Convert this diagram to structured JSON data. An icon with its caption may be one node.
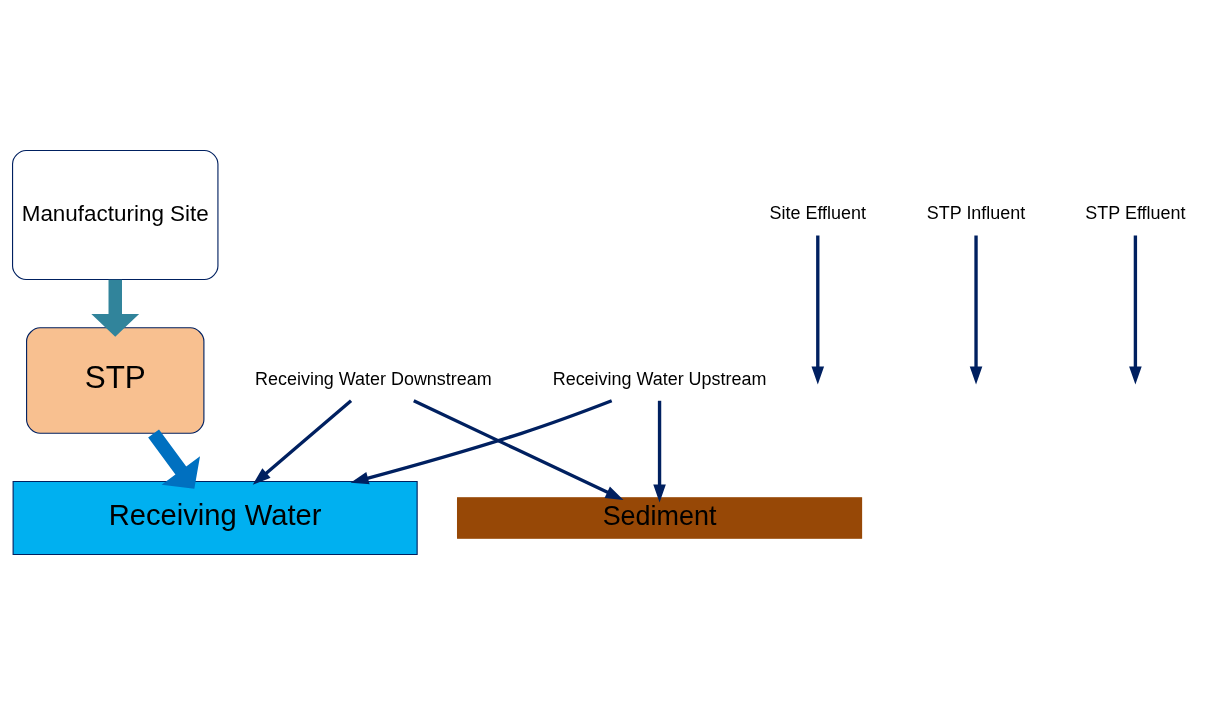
{
  "diagram": {
    "nodes": [
      {
        "text": [
          "Manufacturing Site"
        ]
      },
      {
        "text": [
          "Site Effluent"
        ]
      },
      {
        "text": [
          "STP Influent"
        ]
      },
      {
        "text": [
          "STP"
        ]
      },
      {
        "text": [
          "STP Effluent"
        ]
      },
      {
        "text": [
          "Receiving Water Upstream"
        ]
      },
      {
        "text": [
          "Receiving Water Downstream"
        ]
      },
      {
        "text": [
          "Receiving Water"
        ]
      },
      {
        "text": [
          "Sediment"
        ]
      }
    ],
    "edges": [
      {
        "from": 0,
        "to": 3,
        "arrow": "to",
        "style": "thick",
        "color": "#31849b"
      },
      {
        "from": 3,
        "to": 7,
        "arrow": "to",
        "style": "thick",
        "color": "#0070c0"
      },
      {
        "from": 1,
        "to": null,
        "arrow": "to"
      },
      {
        "from": 2,
        "to": null,
        "arrow": "to"
      },
      {
        "from": 4,
        "to": null,
        "arrow": "to"
      },
      {
        "from": 5,
        "to": 7,
        "arrow": "to"
      },
      {
        "from": 5,
        "to": 8,
        "arrow": "to"
      },
      {
        "from": 6,
        "to": 7,
        "arrow": "to"
      },
      {
        "from": 6,
        "to": 8,
        "arrow": "to"
      }
    ]
  }
}
